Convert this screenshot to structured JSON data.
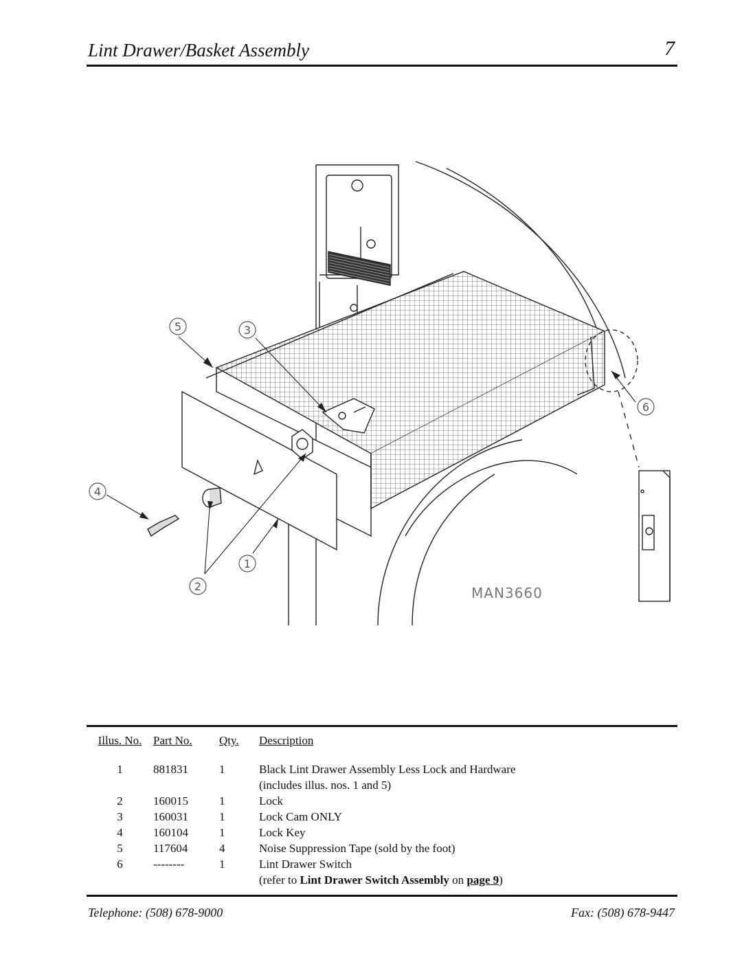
{
  "header": {
    "title": "Lint Drawer/Basket Assembly",
    "page_number": "7"
  },
  "figure": {
    "drawing_id": "MAN3660",
    "callouts": [
      "1",
      "2",
      "3",
      "4",
      "5",
      "6"
    ]
  },
  "parts_table": {
    "headers": {
      "illus": "Illus. No.",
      "part": "Part No.",
      "qty": "Qty.",
      "desc": "Description"
    },
    "rows": [
      {
        "illus": "1",
        "part": "881831",
        "qty": "1",
        "desc": "Black Lint Drawer Assembly Less Lock and Hardware"
      },
      {
        "illus": "",
        "part": "",
        "qty": "",
        "desc": "(includes illus. nos. 1 and 5)"
      },
      {
        "illus": "2",
        "part": "160015",
        "qty": "1",
        "desc": "Lock"
      },
      {
        "illus": "3",
        "part": "160031",
        "qty": "1",
        "desc": "Lock Cam ONLY"
      },
      {
        "illus": "4",
        "part": "160104",
        "qty": "1",
        "desc": "Lock Key"
      },
      {
        "illus": "5",
        "part": "117604",
        "qty": "4",
        "desc": "Noise Suppression Tape (sold by the foot)"
      },
      {
        "illus": "6",
        "part": "--------",
        "qty": "1",
        "desc": "Lint Drawer Switch"
      }
    ],
    "reference": {
      "prefix": "(refer to ",
      "link": "Lint Drawer Switch Assembly",
      "middle": " on ",
      "page": "page 9",
      "suffix": ")"
    }
  },
  "footer": {
    "telephone": "Telephone: (508) 678-9000",
    "fax": "Fax: (508) 678-9447"
  }
}
